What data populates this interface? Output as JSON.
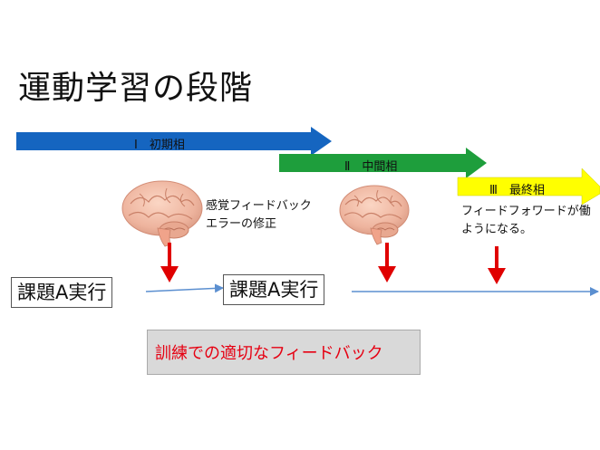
{
  "title": "運動学習の段階",
  "phases": [
    {
      "label": "Ⅰ　初期相",
      "color": "#1565c0"
    },
    {
      "label": "Ⅱ　中間相",
      "color": "#1e9e3c"
    },
    {
      "label": "Ⅲ　最終相",
      "color": "#ffff00"
    }
  ],
  "notes": {
    "sensory_feedback_line1": "感覚フィードバック",
    "sensory_feedback_line2": "エラーの修正",
    "feedforward_line1": "フィードフォワードが働",
    "feedforward_line2": "ようになる。"
  },
  "tasks": [
    {
      "label": "課題A実行"
    },
    {
      "label": "課題A実行"
    }
  ],
  "training_feedback": "訓練での適切なフィードバック",
  "icons": {
    "brain": "brain-icon",
    "down_arrow": "red-down-arrow-icon"
  },
  "colors": {
    "feedback_text": "#e60012",
    "timeline": "#5b8fd0",
    "down_arrow": "#e00000"
  }
}
